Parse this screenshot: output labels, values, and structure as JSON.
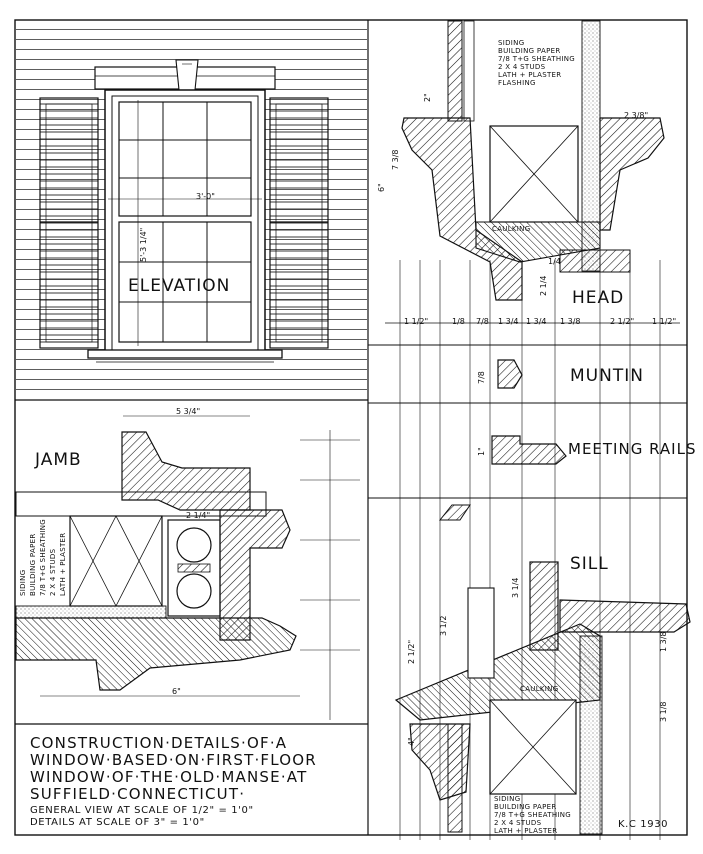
{
  "labels": {
    "elevation": "ELEVATION",
    "head": "HEAD",
    "muntin": "MUNTIN",
    "meeting_rails": "MEETING RAILS",
    "jamb": "JAMB",
    "sill": "SILL",
    "caulking": "CAULKING",
    "initials": "K.C 1930"
  },
  "head_notes": [
    "SIDING",
    "BUILDING PAPER",
    "7/8 T+G SHEATHING",
    "2 X 4 STUDS",
    "LATH + PLASTER",
    "FLASHING"
  ],
  "jamb_notes": [
    "SIDING",
    "BUILDING PAPER",
    "7/8 T+G SHEATHING",
    "2 X 4 STUDS",
    "LATH + PLASTER"
  ],
  "sill_notes": [
    "SIDING",
    "BUILDING PAPER",
    "7/8 T+G SHEATHING",
    "2 X 4 STUDS",
    "LATH + PLASTER"
  ],
  "title_lines": [
    "CONSTRUCTION·DETAILS·OF·A",
    "WINDOW·BASED·ON·FIRST·FLOOR",
    "WINDOW·OF·THE·OLD·MANSE·AT",
    "SUFFIELD·CONNECTICUT·"
  ],
  "scale_lines": [
    "GENERAL VIEW AT SCALE OF 1/2\" = 1'0\"",
    "DETAILS AT SCALE OF 3\" = 1'0\""
  ],
  "dims": {
    "elev_width": "3'-0\"",
    "elev_height": "5'-3 1/4\"",
    "head_top": "2\"",
    "head_a": "7 3/8",
    "head_b": "6\"",
    "head_right": "2 3/8\"",
    "head_c": "2 1/4",
    "head_d": "1/4",
    "muntin": "7/8",
    "meeting": "1\"",
    "jamb_top": "5 3/4\"",
    "jamb_bottom": "6\"",
    "jamb_a": "2 1/4\"",
    "sill_a": "3 1/4",
    "sill_b": "3 1/2",
    "sill_c": "2 1/2\"",
    "sill_d": "4\"",
    "sill_e": "1 3/8",
    "sill_f": "3 1/8",
    "head_row": [
      "1 1/2\"",
      "1/8",
      "7/8",
      "1 3/4",
      "1 3/4",
      "1 3/8",
      "2 1/2\"",
      "1 1/2\""
    ]
  }
}
